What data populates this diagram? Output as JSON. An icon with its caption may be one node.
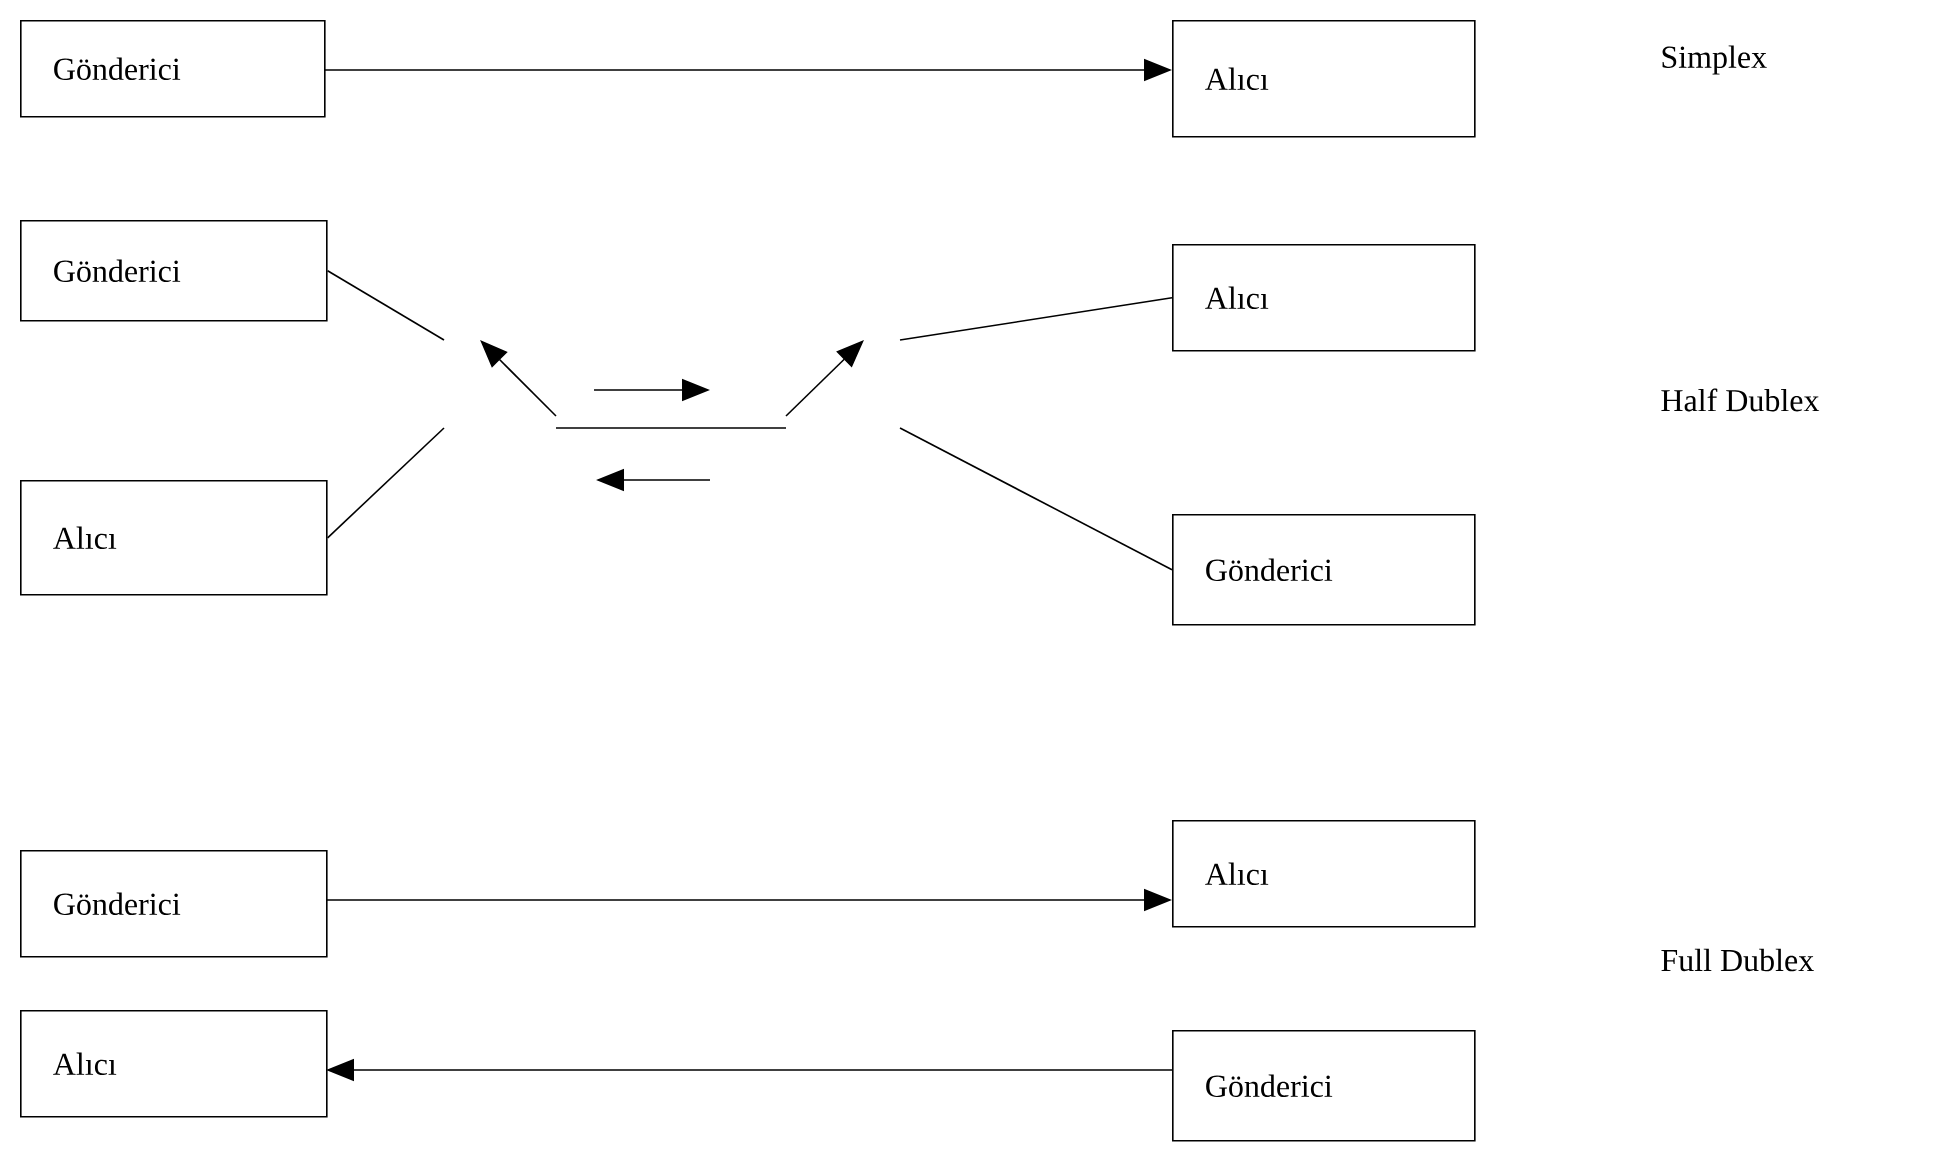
{
  "diagram": {
    "nodes": [
      {
        "text": [
          "Gönderici"
        ]
      },
      {
        "text": [
          "Alıcı"
        ]
      },
      {
        "text": [
          "Gönderici"
        ]
      },
      {
        "text": [
          "Alıcı"
        ]
      },
      {
        "text": [
          "Alıcı"
        ]
      },
      {
        "text": [
          "Gönderici"
        ]
      },
      {
        "text": [
          "Gönderici"
        ]
      },
      {
        "text": [
          "Alıcı"
        ]
      },
      {
        "text": [
          "Alıcı"
        ]
      },
      {
        "text": [
          "Gönderici"
        ]
      }
    ],
    "edges": [
      {
        "from": 0,
        "to": 1,
        "arrow": "to"
      },
      {
        "from": 2,
        "to": null,
        "arrow": "none"
      },
      {
        "from": 4,
        "to": null,
        "arrow": "none"
      },
      {
        "from": null,
        "to": 3,
        "arrow": "none"
      },
      {
        "from": null,
        "to": 5,
        "arrow": "none"
      },
      {
        "from": 6,
        "to": 7,
        "arrow": "to"
      },
      {
        "from": 9,
        "to": 8,
        "arrow": "to"
      }
    ],
    "labels": [
      "Simplex",
      "Half Dublex",
      "Full Dublex"
    ]
  }
}
